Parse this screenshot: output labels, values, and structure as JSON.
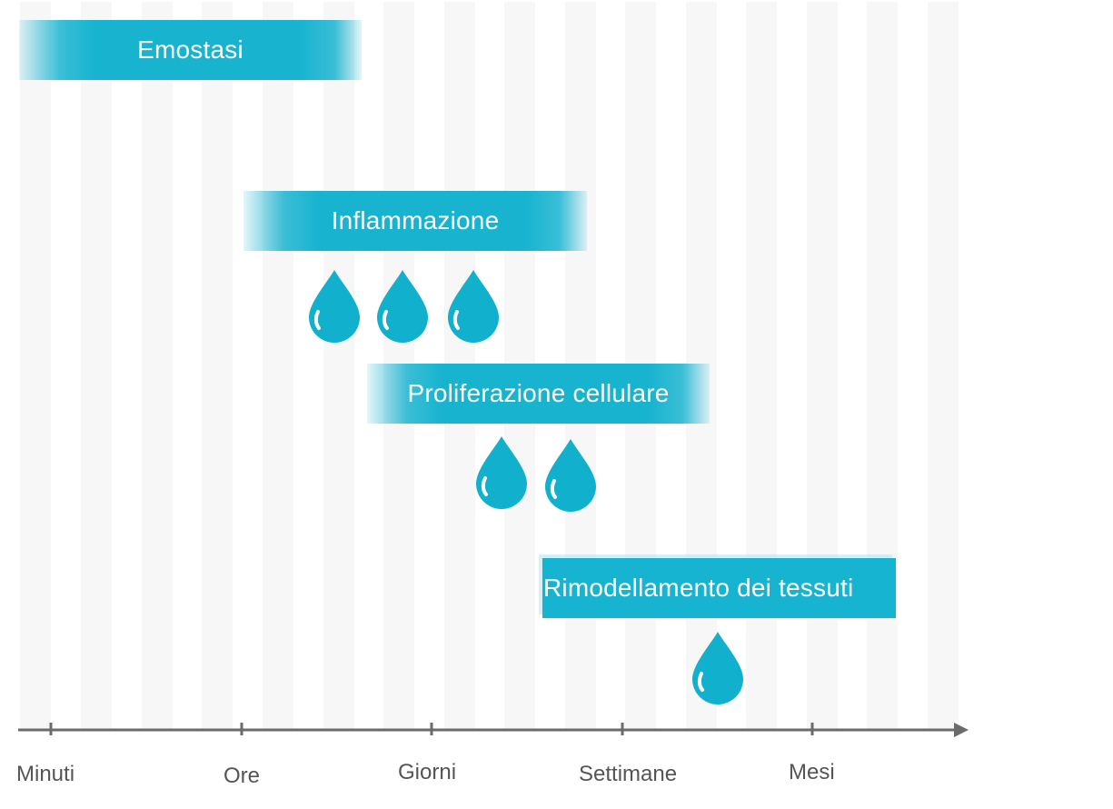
{
  "phases": [
    {
      "label": "Emostasi"
    },
    {
      "label": "Inflammazione"
    },
    {
      "label": "Proliferazione cellulare"
    },
    {
      "label": "Rimodellamento dei tessuti"
    }
  ],
  "axis": {
    "ticks": [
      "Minuti",
      "Ore",
      "Giorni",
      "Settimane",
      "Mesi"
    ]
  },
  "colors": {
    "bar": "#17b3cf",
    "drop": "#11b0cc",
    "axis": "#6b6b6b",
    "stripe": "#f7f7f7"
  },
  "drops": {
    "icon": "water-drop-icon",
    "per_phase": {
      "Inflammazione": 3,
      "Proliferazione cellulare": 2,
      "Rimodellamento dei tessuti": 1
    }
  }
}
